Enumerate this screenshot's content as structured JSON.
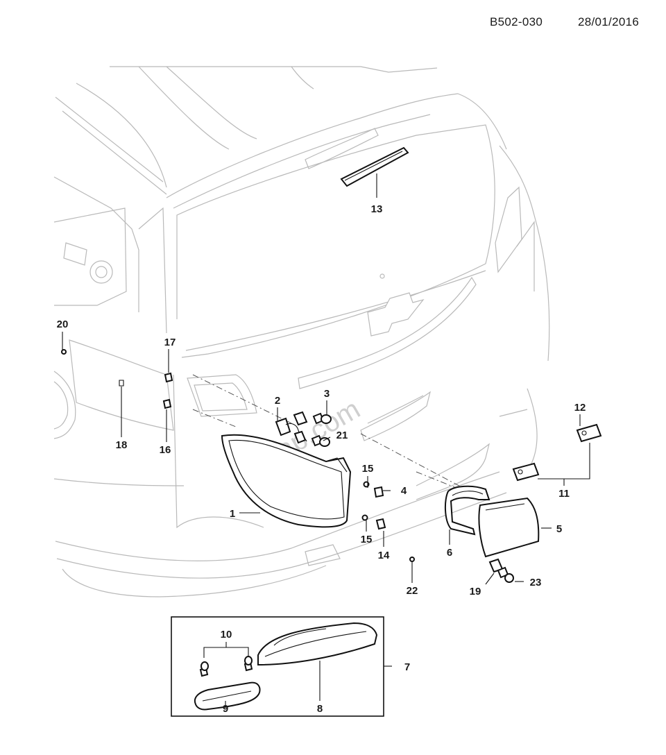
{
  "header": {
    "diagram_code": "B502-030",
    "date": "28/01/2016"
  },
  "watermark": "zap.com",
  "callouts": [
    {
      "id": "c1",
      "label": "1"
    },
    {
      "id": "c2",
      "label": "2"
    },
    {
      "id": "c3",
      "label": "3"
    },
    {
      "id": "c4",
      "label": "4"
    },
    {
      "id": "c5",
      "label": "5"
    },
    {
      "id": "c6",
      "label": "6"
    },
    {
      "id": "c7",
      "label": "7"
    },
    {
      "id": "c8",
      "label": "8"
    },
    {
      "id": "c9",
      "label": "9"
    },
    {
      "id": "c10",
      "label": "10"
    },
    {
      "id": "c11",
      "label": "11"
    },
    {
      "id": "c12",
      "label": "12"
    },
    {
      "id": "c13",
      "label": "13"
    },
    {
      "id": "c14",
      "label": "14"
    },
    {
      "id": "c15a",
      "label": "15"
    },
    {
      "id": "c15b",
      "label": "15"
    },
    {
      "id": "c16",
      "label": "16"
    },
    {
      "id": "c17",
      "label": "17"
    },
    {
      "id": "c18",
      "label": "18"
    },
    {
      "id": "c19",
      "label": "19"
    },
    {
      "id": "c20",
      "label": "20"
    },
    {
      "id": "c21",
      "label": "21"
    },
    {
      "id": "c22",
      "label": "22"
    },
    {
      "id": "c23",
      "label": "23"
    }
  ]
}
